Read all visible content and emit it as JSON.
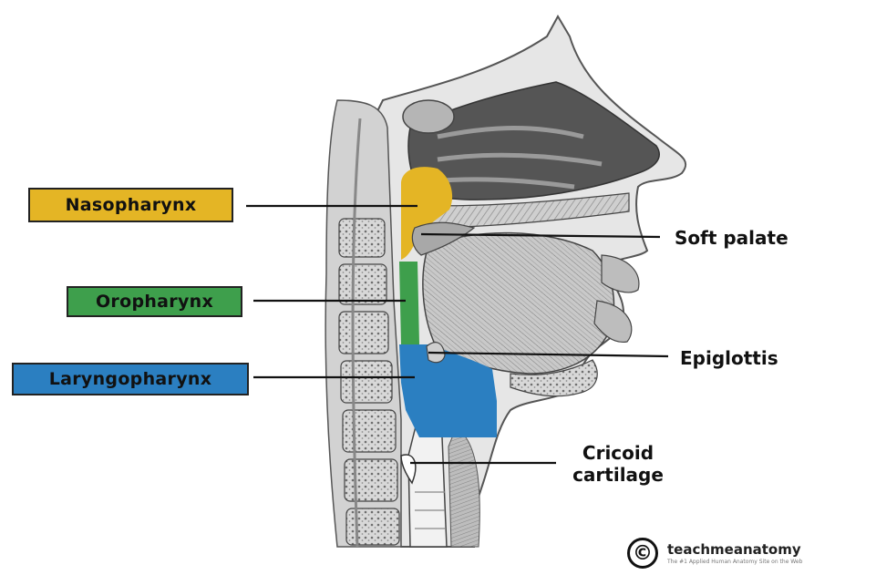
{
  "diagram": {
    "labels": {
      "nasopharynx": "Nasopharynx",
      "oropharynx": "Oropharynx",
      "laryngopharynx": "Laryngopharynx",
      "soft_palate": "Soft palate",
      "epiglottis": "Epiglottis",
      "cricoid_line1": "Cricoid",
      "cricoid_line2": "cartilage"
    },
    "colors": {
      "nasopharynx": "#E4B525",
      "oropharynx": "#3E9F4C",
      "laryngopharynx": "#2B7FC1"
    }
  },
  "branding": {
    "symbol": "©",
    "name": "teachmeanatomy",
    "tagline": "The #1 Applied Human Anatomy Site on the Web",
    "logo_icon": "copyright-icon"
  }
}
